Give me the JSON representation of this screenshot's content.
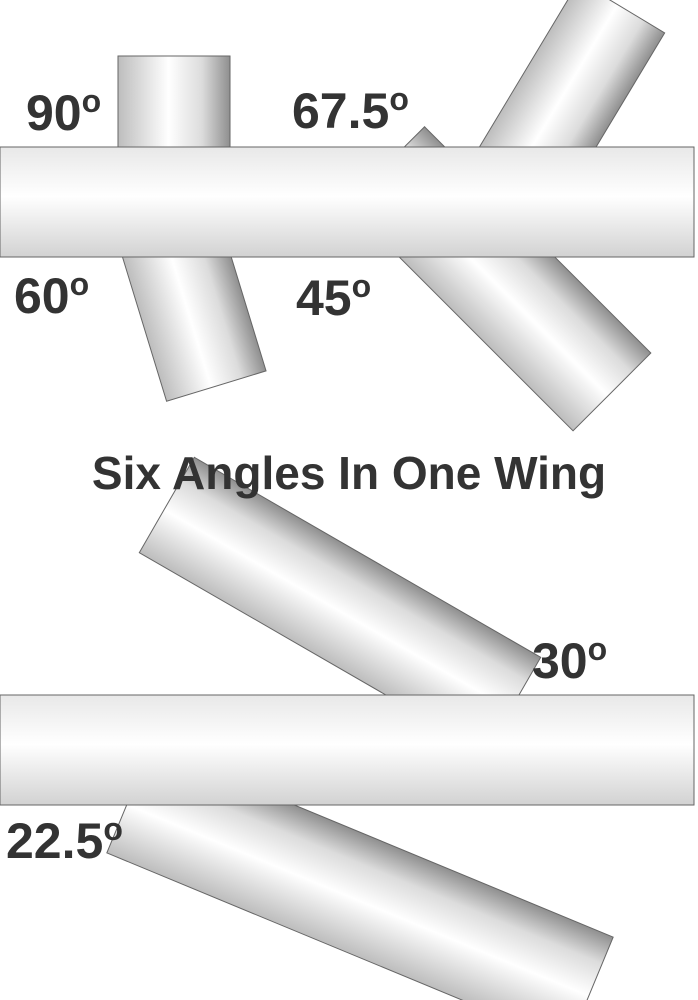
{
  "title": "Six Angles In One Wing",
  "angles": [
    {
      "value": "90",
      "unit": "o"
    },
    {
      "value": "67.5",
      "unit": "o"
    },
    {
      "value": "60",
      "unit": "o"
    },
    {
      "value": "45",
      "unit": "o"
    },
    {
      "value": "30",
      "unit": "o"
    },
    {
      "value": "22.5",
      "unit": "o"
    }
  ],
  "colors": {
    "text": "#333333",
    "pipe_light": "#ffffff",
    "pipe_mid": "#e6e6e6",
    "pipe_dark": "#9e9e9e",
    "outline": "#555555"
  }
}
